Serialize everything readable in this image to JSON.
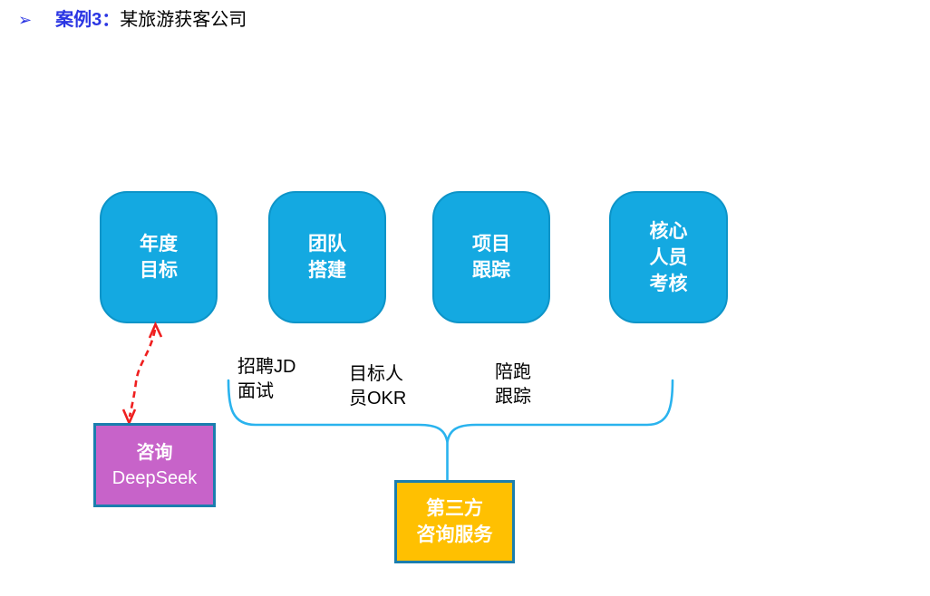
{
  "title": {
    "bullet": "➢",
    "case_label": "案例3：",
    "company": "某旅游获客公司"
  },
  "process_boxes": [
    {
      "id": "annual-goal",
      "label": "年度\n目标"
    },
    {
      "id": "team-building",
      "label": "团队\n搭建"
    },
    {
      "id": "project-tracking",
      "label": "项目\n跟踪"
    },
    {
      "id": "core-staff-review",
      "label": "核心\n人员\n考核"
    }
  ],
  "sub_labels": [
    {
      "id": "recruit-jd-interview",
      "text": "招聘JD\n面试"
    },
    {
      "id": "target-okr",
      "text": "目标人\n员OKR"
    },
    {
      "id": "coaching-tracking",
      "text": "陪跑\n跟踪"
    }
  ],
  "consult_box": {
    "line1": "咨询",
    "line2": "DeepSeek"
  },
  "service_box": {
    "text": "第三方\n咨询服务"
  },
  "colors": {
    "process_fill": "#14A9E1",
    "process_border": "#0D94C8",
    "brace_cyan": "#2AB3EE",
    "consult_fill": "#C763C9",
    "service_fill": "#FFC001",
    "accent_box_border": "#1B7EAE",
    "arrow_red": "#EF1F1F",
    "title_blue": "#2B36E3"
  }
}
